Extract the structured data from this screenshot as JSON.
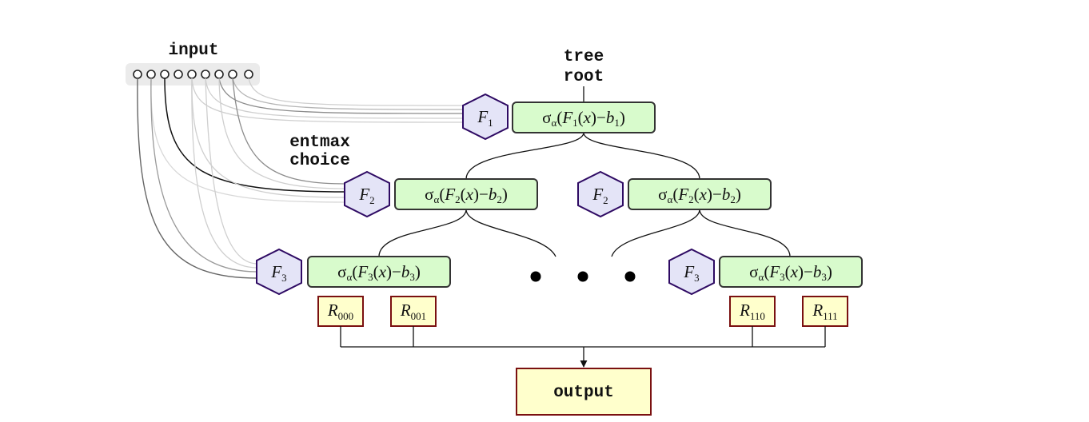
{
  "labels": {
    "input": "input",
    "tree_root": [
      "tree",
      "root"
    ],
    "entmax_choice": [
      "entmax",
      "choice"
    ],
    "output": "output"
  },
  "features": {
    "f1": {
      "letter": "F",
      "index": "1"
    },
    "f2": {
      "letter": "F",
      "index": "2"
    },
    "f3": {
      "letter": "F",
      "index": "3"
    }
  },
  "nodes": {
    "sigma": "σ",
    "alpha": "α",
    "x": "x",
    "b": "b",
    "levels": [
      "1",
      "2",
      "3"
    ]
  },
  "leaves": [
    {
      "letter": "R",
      "index": "000"
    },
    {
      "letter": "R",
      "index": "001"
    },
    {
      "letter": "R",
      "index": "110"
    },
    {
      "letter": "R",
      "index": "111"
    }
  ],
  "colors": {
    "node_fill": "#d8fbcc",
    "feature_fill": "#e4e4f7",
    "feature_stroke": "#2e0a63",
    "leaf_fill": "#ffffcc",
    "leaf_stroke": "#7a1010"
  }
}
